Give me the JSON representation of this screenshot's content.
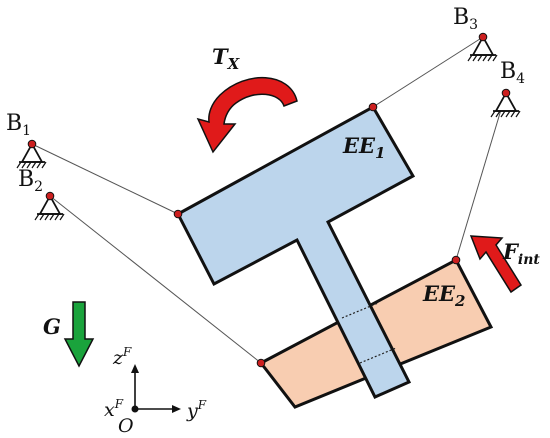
{
  "diagram": {
    "colors": {
      "ee1_fill": "#bcd5ec",
      "ee2_fill": "#f8cdb1",
      "outline": "#111111",
      "cable": "#555555",
      "joint": "#cc1f1f",
      "torque_arrow": "#e01a1a",
      "force_arrow": "#e01a1a",
      "gravity_arrow": "#1aa33c"
    },
    "anchors": [
      {
        "letter": "B",
        "sub": "1"
      },
      {
        "letter": "B",
        "sub": "2"
      },
      {
        "letter": "B",
        "sub": "3"
      },
      {
        "letter": "B",
        "sub": "4"
      }
    ],
    "labels": {
      "torque": {
        "main": "T",
        "sub": "X"
      },
      "ee1": {
        "main": "EE",
        "sub": "1"
      },
      "ee2": {
        "main": "EE",
        "sub": "2"
      },
      "force": {
        "main": "F",
        "sub": "int"
      },
      "gravity": "G"
    },
    "frame": {
      "z": {
        "main": "z",
        "sup": "F"
      },
      "x": {
        "main": "x",
        "sup": "F"
      },
      "y": {
        "main": "y",
        "sup": "F"
      },
      "origin": "O"
    }
  }
}
